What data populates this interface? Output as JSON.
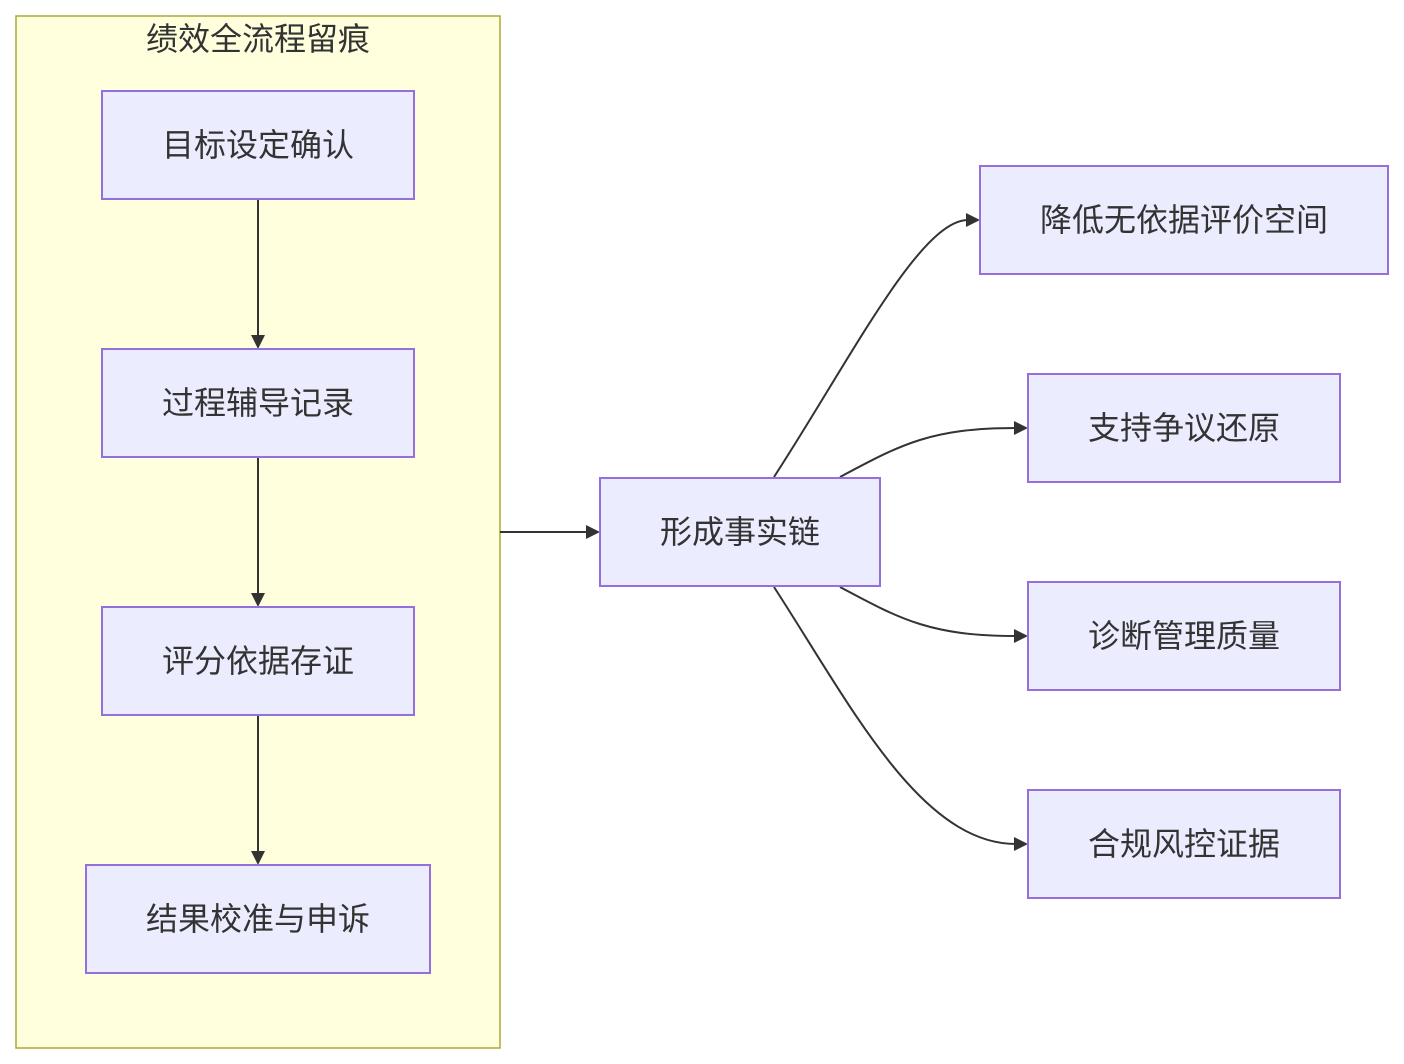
{
  "diagram": {
    "type": "flowchart",
    "colors": {
      "cluster_fill": "#ffffde",
      "cluster_stroke": "#aaaa33",
      "node_fill": "#ececff",
      "node_stroke": "#9370db",
      "edge": "#333333",
      "text": "#333333"
    },
    "cluster": {
      "title": "绩效全流程留痕",
      "nodes": [
        {
          "id": "goal",
          "label": "目标设定确认"
        },
        {
          "id": "coaching",
          "label": "过程辅导记录"
        },
        {
          "id": "evidence",
          "label": "评分依据存证"
        },
        {
          "id": "calibration",
          "label": "结果校准与申诉"
        }
      ]
    },
    "hub": {
      "id": "factchain",
      "label": "形成事实链"
    },
    "outcomes": [
      {
        "id": "reduce",
        "label": "降低无依据评价空间"
      },
      {
        "id": "dispute",
        "label": "支持争议还原"
      },
      {
        "id": "quality",
        "label": "诊断管理质量"
      },
      {
        "id": "compliance",
        "label": "合规风控证据"
      }
    ],
    "edges": [
      {
        "from": "goal",
        "to": "coaching"
      },
      {
        "from": "coaching",
        "to": "evidence"
      },
      {
        "from": "evidence",
        "to": "calibration"
      },
      {
        "from": "cluster",
        "to": "factchain"
      },
      {
        "from": "factchain",
        "to": "reduce"
      },
      {
        "from": "factchain",
        "to": "dispute"
      },
      {
        "from": "factchain",
        "to": "quality"
      },
      {
        "from": "factchain",
        "to": "compliance"
      }
    ]
  }
}
